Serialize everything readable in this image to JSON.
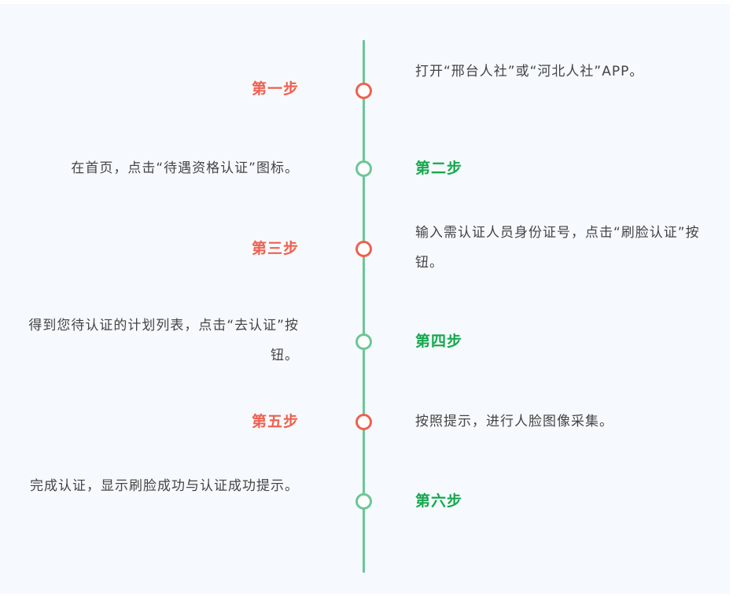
{
  "steps": [
    {
      "title": "第一步",
      "desc": "打开“邢台人社”或“河北人社”APP。"
    },
    {
      "title": "第二步",
      "desc": "在首页，点击“待遇资格认证”图标。"
    },
    {
      "title": "第三步",
      "desc": "输入需认证人员身份证号，点击“刷脸认证”按钮。"
    },
    {
      "title": "第四步",
      "desc": "得到您待认证的计划列表，点击“去认证”按钮。"
    },
    {
      "title": "第五步",
      "desc": "按照提示，进行人脸图像采集。"
    },
    {
      "title": "第六步",
      "desc": "完成认证，显示刷脸成功与认证成功提示。"
    }
  ],
  "colors": {
    "red": "#f0604f",
    "green": "#16a84e",
    "line": "#6cc794"
  }
}
